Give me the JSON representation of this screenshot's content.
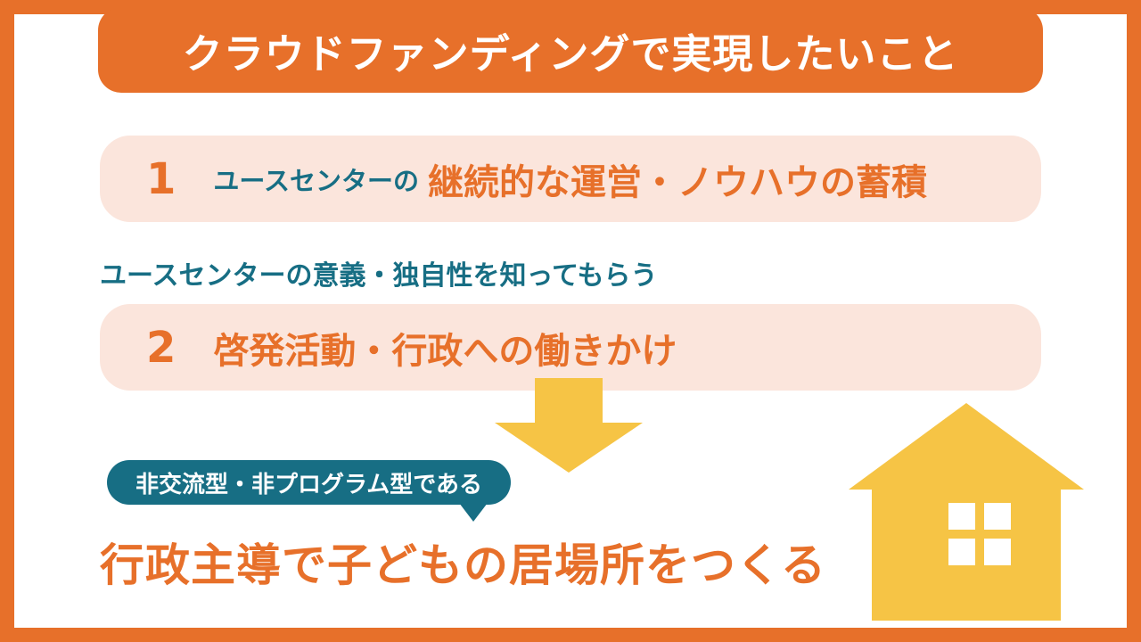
{
  "slide": {
    "title": "クラウドファンディングで実現したいこと",
    "items": [
      {
        "number": "1",
        "prefix": "ユースセンターの",
        "text": "継続的な運営・ノウハウの蓄積"
      },
      {
        "number": "2",
        "prefix": "",
        "text": "啓発活動・行政への働きかけ"
      }
    ],
    "note": "ユースセンターの意義・独自性を知ってもらう",
    "badge": "非交流型・非プログラム型である",
    "conclusion": "行政主導で子どもの居場所をつくる"
  },
  "icons": {
    "down_arrow": "down-arrow-icon",
    "house": "house-icon"
  },
  "colors": {
    "orange": "#E7702A",
    "pink": "#FBE5DC",
    "teal": "#176E84",
    "yellow": "#F6C445",
    "white": "#FFFFFF"
  }
}
